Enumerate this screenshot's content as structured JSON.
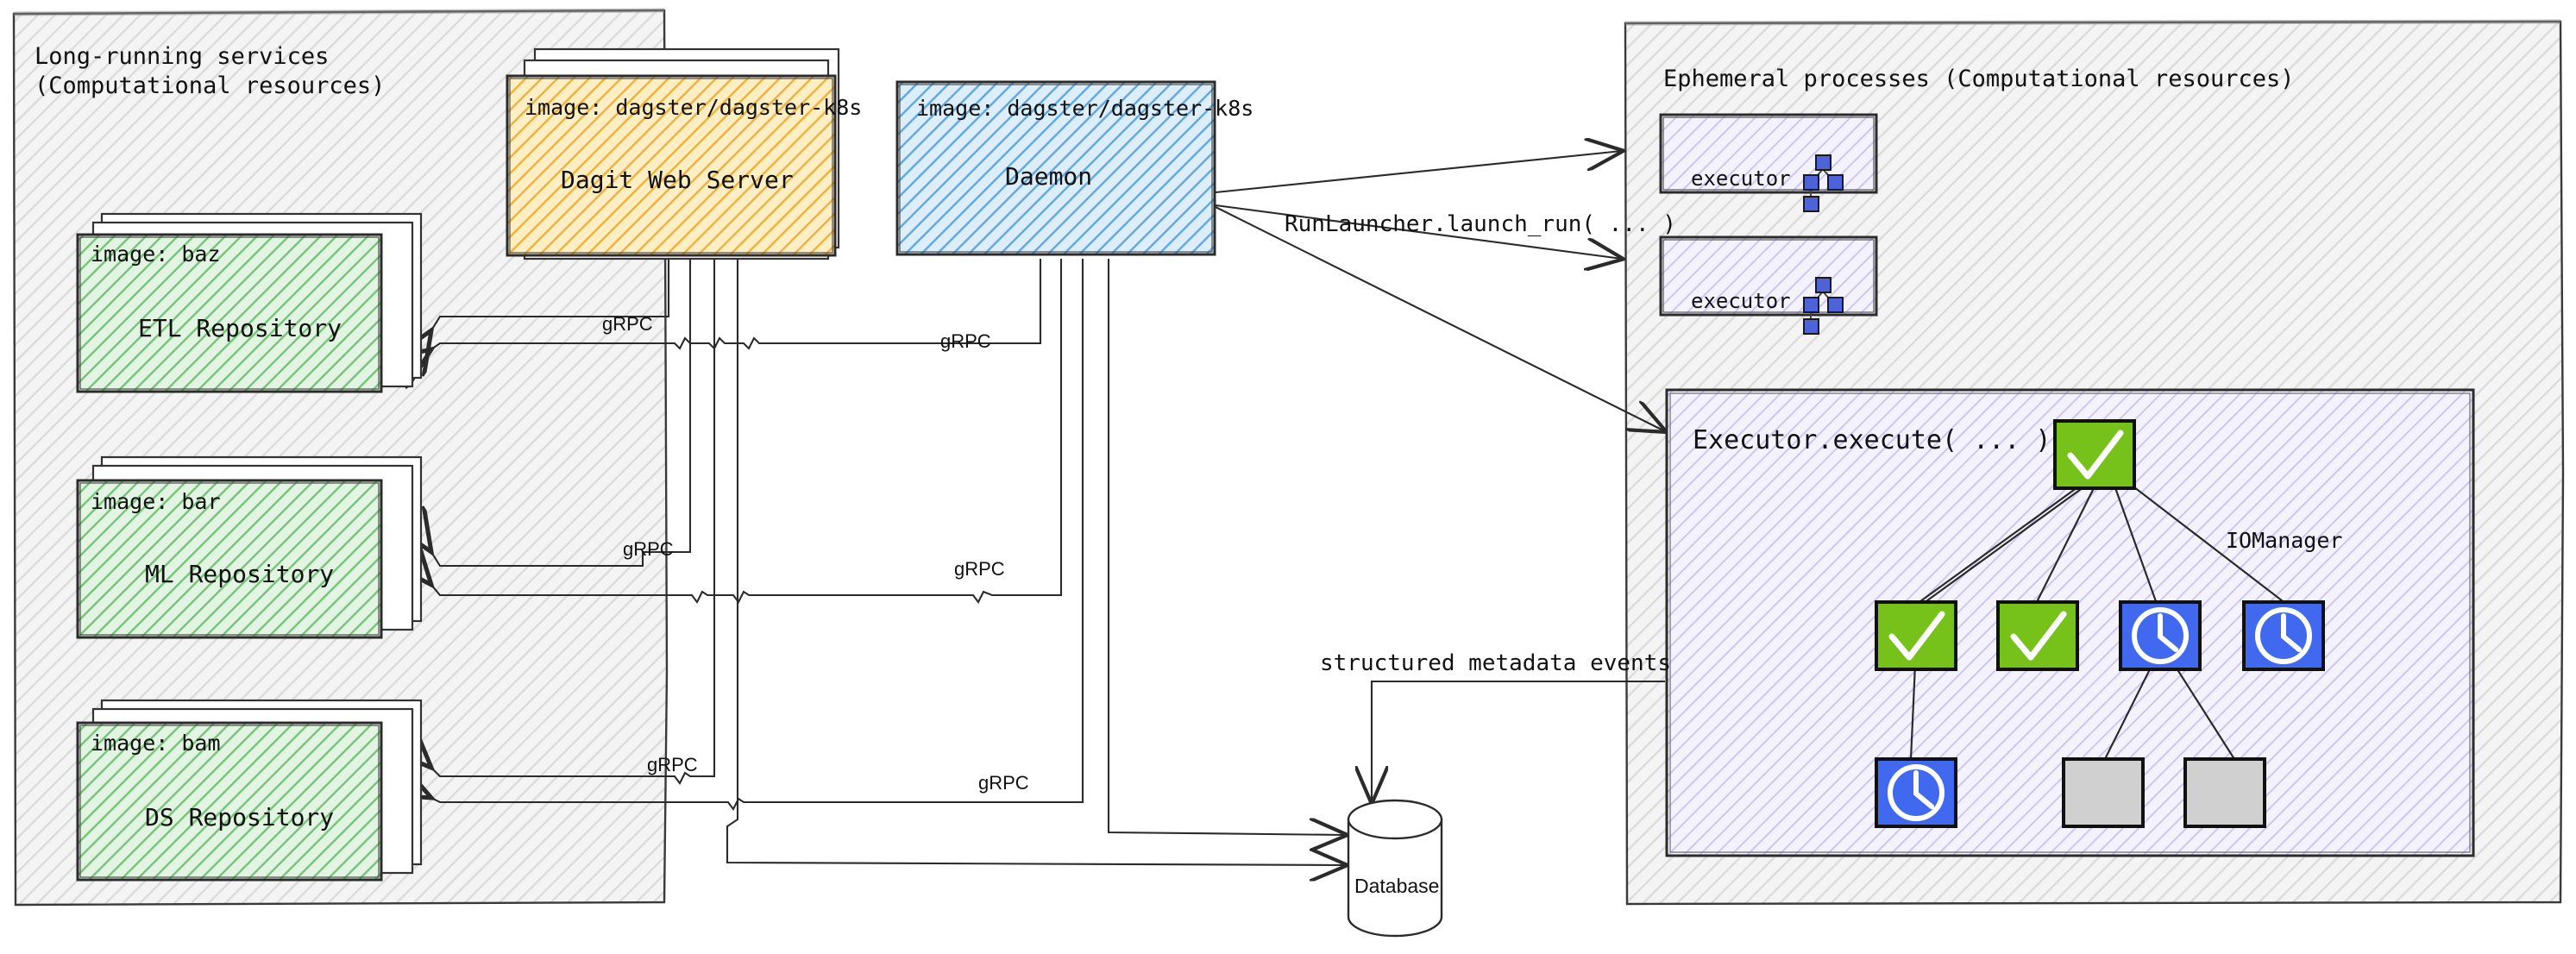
{
  "diagram": {
    "title": "Dagster deployment architecture",
    "style": "hand-drawn sketch",
    "colors": {
      "panel_fill": "#f2f2f2",
      "panel_hatch": "#d8d8d8",
      "repo_fill": "#cdeccd",
      "repo_hatch": "#78c07a",
      "dagit_fill": "#fbe2a8",
      "dagit_hatch": "#e8a93a",
      "daemon_fill": "#c9e1f6",
      "daemon_hatch": "#5ba3dd",
      "executor_fill": "#efecfb",
      "executor_hatch": "#bdb6e8",
      "node_green": "#76c11a",
      "node_blue": "#4169f0",
      "node_grey": "#d0d0d0",
      "stroke": "#2b2b2b",
      "card_white": "#ffffff"
    }
  },
  "left_panel": {
    "title_line1": "Long-running services",
    "title_line2": "(Computational resources)"
  },
  "right_panel": {
    "title": "Ephemeral processes (Computational resources)"
  },
  "services": [
    {
      "id": "dagit",
      "image_label": "image: dagster/dagster-k8s",
      "name": "Dagit Web Server",
      "stacked": true
    },
    {
      "id": "daemon",
      "image_label": "image: dagster/dagster-k8s",
      "name": "Daemon",
      "stacked": false
    }
  ],
  "repositories": [
    {
      "id": "etl",
      "image_label": "image: baz",
      "name": "ETL Repository"
    },
    {
      "id": "ml",
      "image_label": "image: bar",
      "name": "ML Repository"
    },
    {
      "id": "ds",
      "image_label": "image: bam",
      "name": "DS Repository"
    }
  ],
  "executors": [
    {
      "id": "executor-1",
      "label": "executor",
      "icon": "dag-icon"
    },
    {
      "id": "executor-2",
      "label": "executor",
      "icon": "dag-icon"
    }
  ],
  "execute_panel": {
    "title": "Executor.execute( ... )",
    "iomanager_label": "IOManager",
    "nodes": [
      {
        "id": "n0",
        "status": "success",
        "icon": "check-icon",
        "row": 0,
        "col": 2
      },
      {
        "id": "n1",
        "status": "success",
        "icon": "check-icon",
        "row": 1,
        "col": 0
      },
      {
        "id": "n2",
        "status": "success",
        "icon": "check-icon",
        "row": 1,
        "col": 1
      },
      {
        "id": "n3",
        "status": "running",
        "icon": "clock-icon",
        "row": 1,
        "col": 2
      },
      {
        "id": "n4",
        "status": "running",
        "icon": "clock-icon",
        "row": 1,
        "col": 3
      },
      {
        "id": "n5",
        "status": "running",
        "icon": "clock-icon",
        "row": 2,
        "col": 0
      },
      {
        "id": "n6",
        "status": "queued",
        "icon": "blank-icon",
        "row": 2,
        "col": 2
      },
      {
        "id": "n7",
        "status": "queued",
        "icon": "blank-icon",
        "row": 2,
        "col": 3
      }
    ],
    "edges": [
      [
        "n0",
        "n1"
      ],
      [
        "n0",
        "n2"
      ],
      [
        "n0",
        "n3"
      ],
      [
        "n0",
        "n4"
      ],
      [
        "n1",
        "n5"
      ],
      [
        "n3",
        "n6"
      ],
      [
        "n3",
        "n7"
      ]
    ]
  },
  "database": {
    "label": "Database"
  },
  "edge_labels": {
    "grpc": "gRPC",
    "run_launcher": "RunLauncher.launch_run( ... )",
    "metadata_events": "structured metadata events"
  },
  "grpc_links": [
    {
      "from": "dagit",
      "to": "etl",
      "label": "gRPC"
    },
    {
      "from": "daemon",
      "to": "etl",
      "label": "gRPC"
    },
    {
      "from": "dagit",
      "to": "ml",
      "label": "gRPC"
    },
    {
      "from": "daemon",
      "to": "ml",
      "label": "gRPC"
    },
    {
      "from": "dagit",
      "to": "ds",
      "label": "gRPC"
    },
    {
      "from": "daemon",
      "to": "ds",
      "label": "gRPC"
    }
  ]
}
